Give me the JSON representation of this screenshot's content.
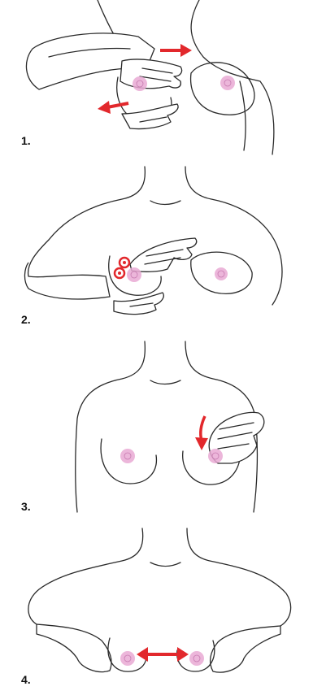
{
  "steps": [
    {
      "label": "1."
    },
    {
      "label": "2."
    },
    {
      "label": "3."
    },
    {
      "label": "4."
    }
  ],
  "colors": {
    "arrow": "#e2282c",
    "nipple": "#e9a9d4",
    "line": "#2a2a2a"
  }
}
